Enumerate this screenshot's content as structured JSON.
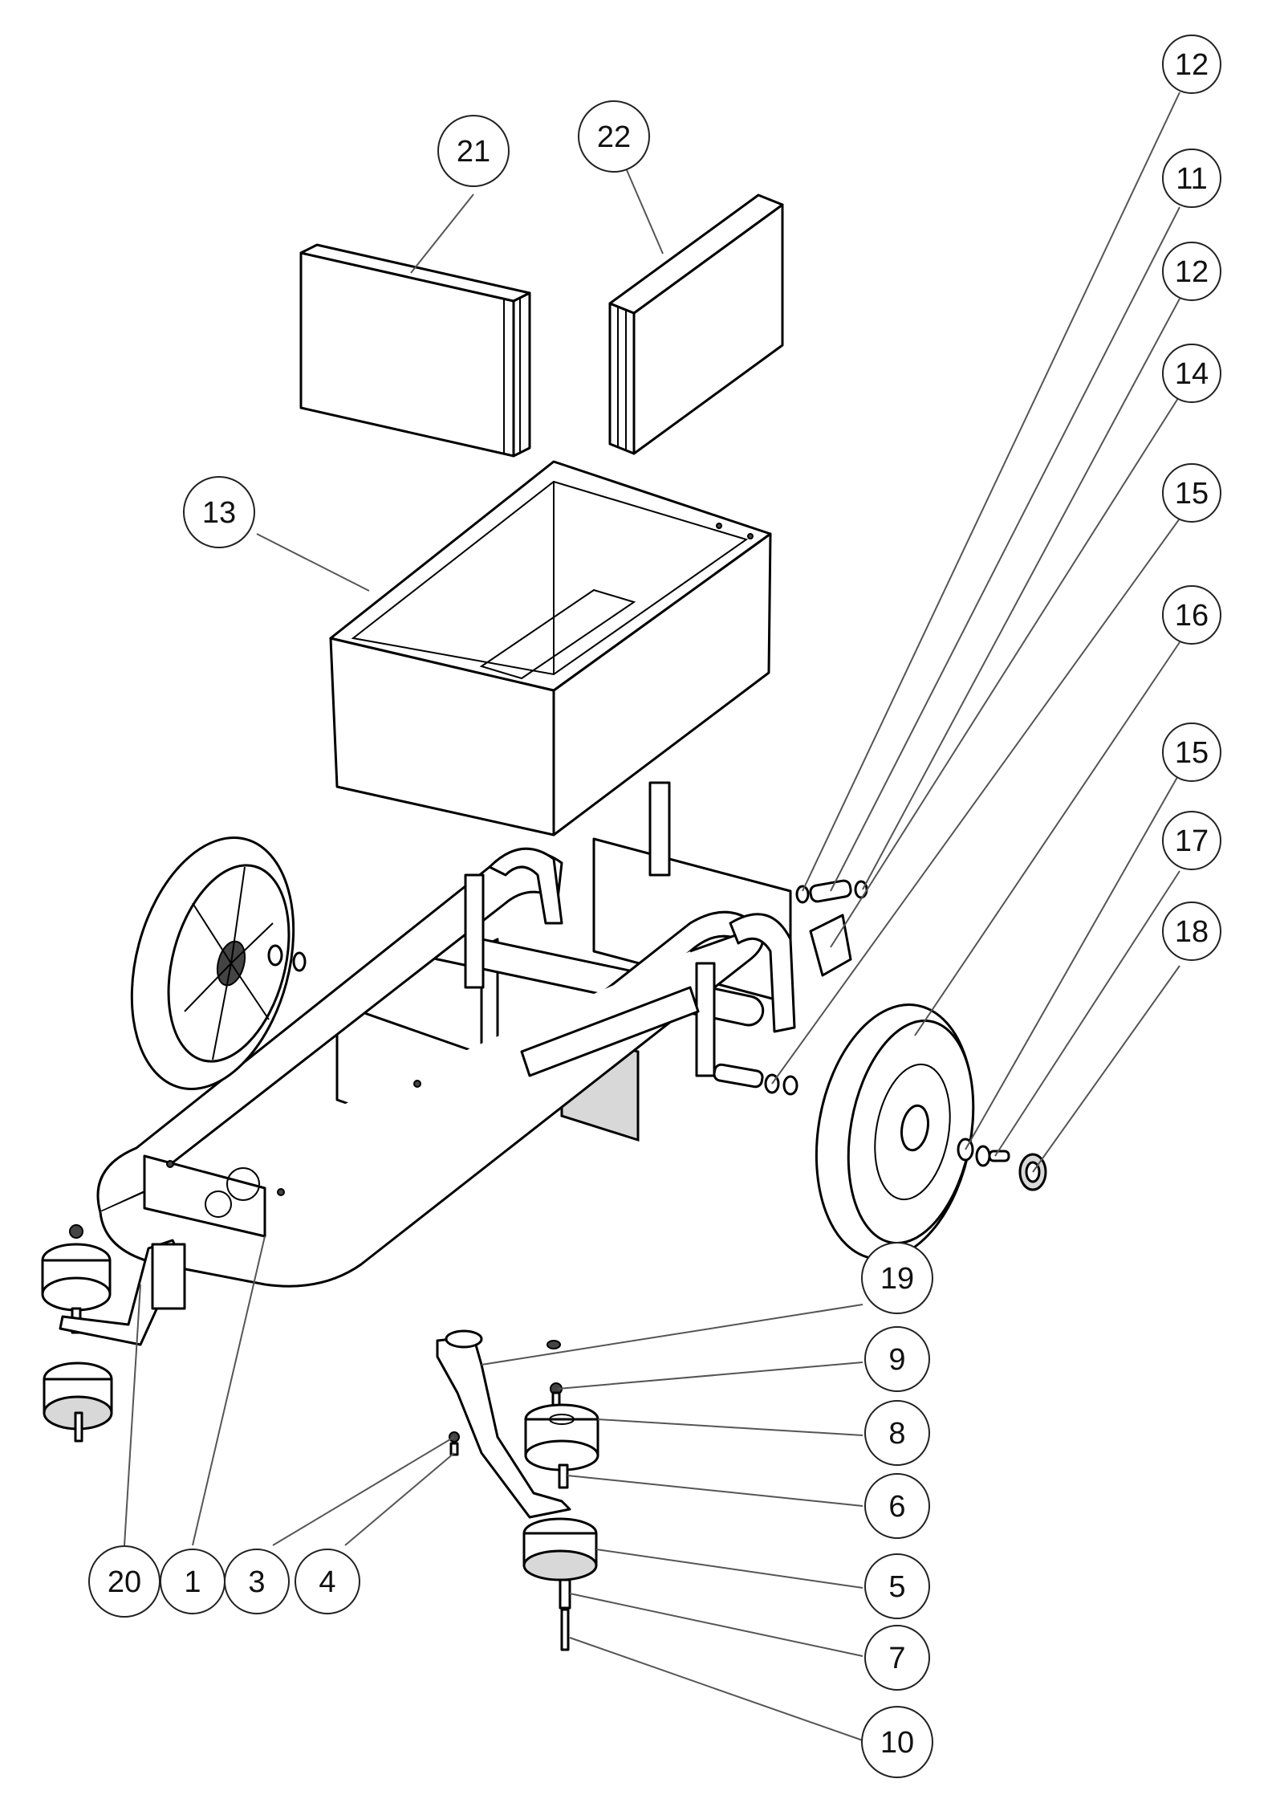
{
  "callouts": [
    "12",
    "11",
    "12",
    "14",
    "15",
    "16",
    "15",
    "17",
    "18",
    "21",
    "22",
    "13",
    "19",
    "9",
    "8",
    "6",
    "5",
    "7",
    "10",
    "20",
    "1",
    "3",
    "4"
  ]
}
